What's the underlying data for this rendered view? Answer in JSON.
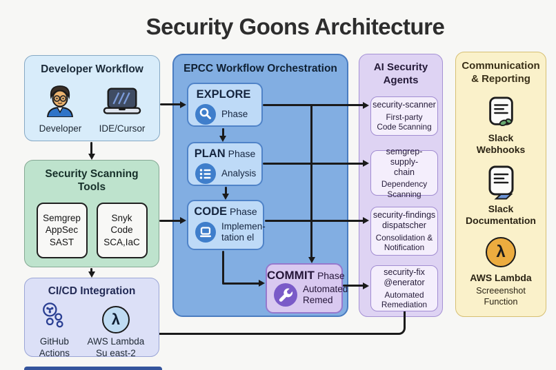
{
  "title": "Security Goons Architecture",
  "developer_workflow": {
    "title": "Developer Workflow",
    "items": [
      {
        "icon": "developer-avatar-icon",
        "label": "Developer"
      },
      {
        "icon": "laptop-icon",
        "label": "IDE/Cursor"
      }
    ]
  },
  "security_scanning": {
    "title": "Security Scanning\nTools",
    "tools": [
      {
        "text": "Semgrep\nAppSec\nSAST"
      },
      {
        "text": "Snyk\nCode\nSCA,IaC"
      }
    ]
  },
  "cicd": {
    "title": "CI/CD Integration",
    "items": [
      {
        "icon": "github-actions-icon",
        "label": "GitHub\nActions"
      },
      {
        "icon": "aws-lambda-icon",
        "label": "AWS Lambda\nSu east-2"
      }
    ]
  },
  "epcc": {
    "title": "EPCC Workflow Orchestration",
    "phases": [
      {
        "title": "EXPLORE",
        "suffix": "",
        "subtitle": "Phase",
        "icon": "search-icon"
      },
      {
        "title": "PLAN",
        "suffix": "Phase",
        "subtitle": "Analysis",
        "icon": "list-icon"
      },
      {
        "title": "CODE",
        "suffix": "Phase",
        "subtitle": "Implemen-\ntation el",
        "icon": "code-icon"
      },
      {
        "title": "COMMIT",
        "suffix": "Phase",
        "subtitle": "Automated\nRemed",
        "icon": "wrench-icon"
      }
    ]
  },
  "agents": {
    "title": "AI Security\nAgents",
    "items": [
      {
        "name": "security-scanner",
        "desc": "First-party\nCode 5canning"
      },
      {
        "name": "semgrep-supply-\nchain",
        "desc": "Dependency\nScanning"
      },
      {
        "name": "security-findings\ndispatscher",
        "desc": "Consolidation &\nNotification"
      },
      {
        "name": "security-fix\n@enerator",
        "desc": "Automated\nRemediation"
      }
    ]
  },
  "communication": {
    "title": "Communication\n& Reporting",
    "items": [
      {
        "icon": "document-leaf-icon",
        "label": "Slack\nWebhooks",
        "sub": ""
      },
      {
        "icon": "document-fold-icon",
        "label": "Slack\nDocumentation",
        "sub": ""
      },
      {
        "icon": "aws-lambda-icon",
        "label": "AWS Lambda",
        "sub": "Screeenshot\nFunction"
      }
    ]
  },
  "lambda_glyph": "λ",
  "colors": {
    "page_bg": "#f7f7f5",
    "developer_box": "#d8ecfa",
    "scanning_box": "#bee3cd",
    "cicd_box": "#dce0f7",
    "epcc_box": "#82aee2",
    "phase_box": "#bedaf7",
    "commit_box": "#d9c9f0",
    "agents_box": "#ded3f3",
    "agent_item": "#f4eefc",
    "comm_box": "#faf1ca",
    "icon_blue": "#3f7ecb",
    "icon_purple": "#7a5bc8",
    "lambda_orange": "#ecac3f",
    "arrow": "#1a1a1a"
  }
}
